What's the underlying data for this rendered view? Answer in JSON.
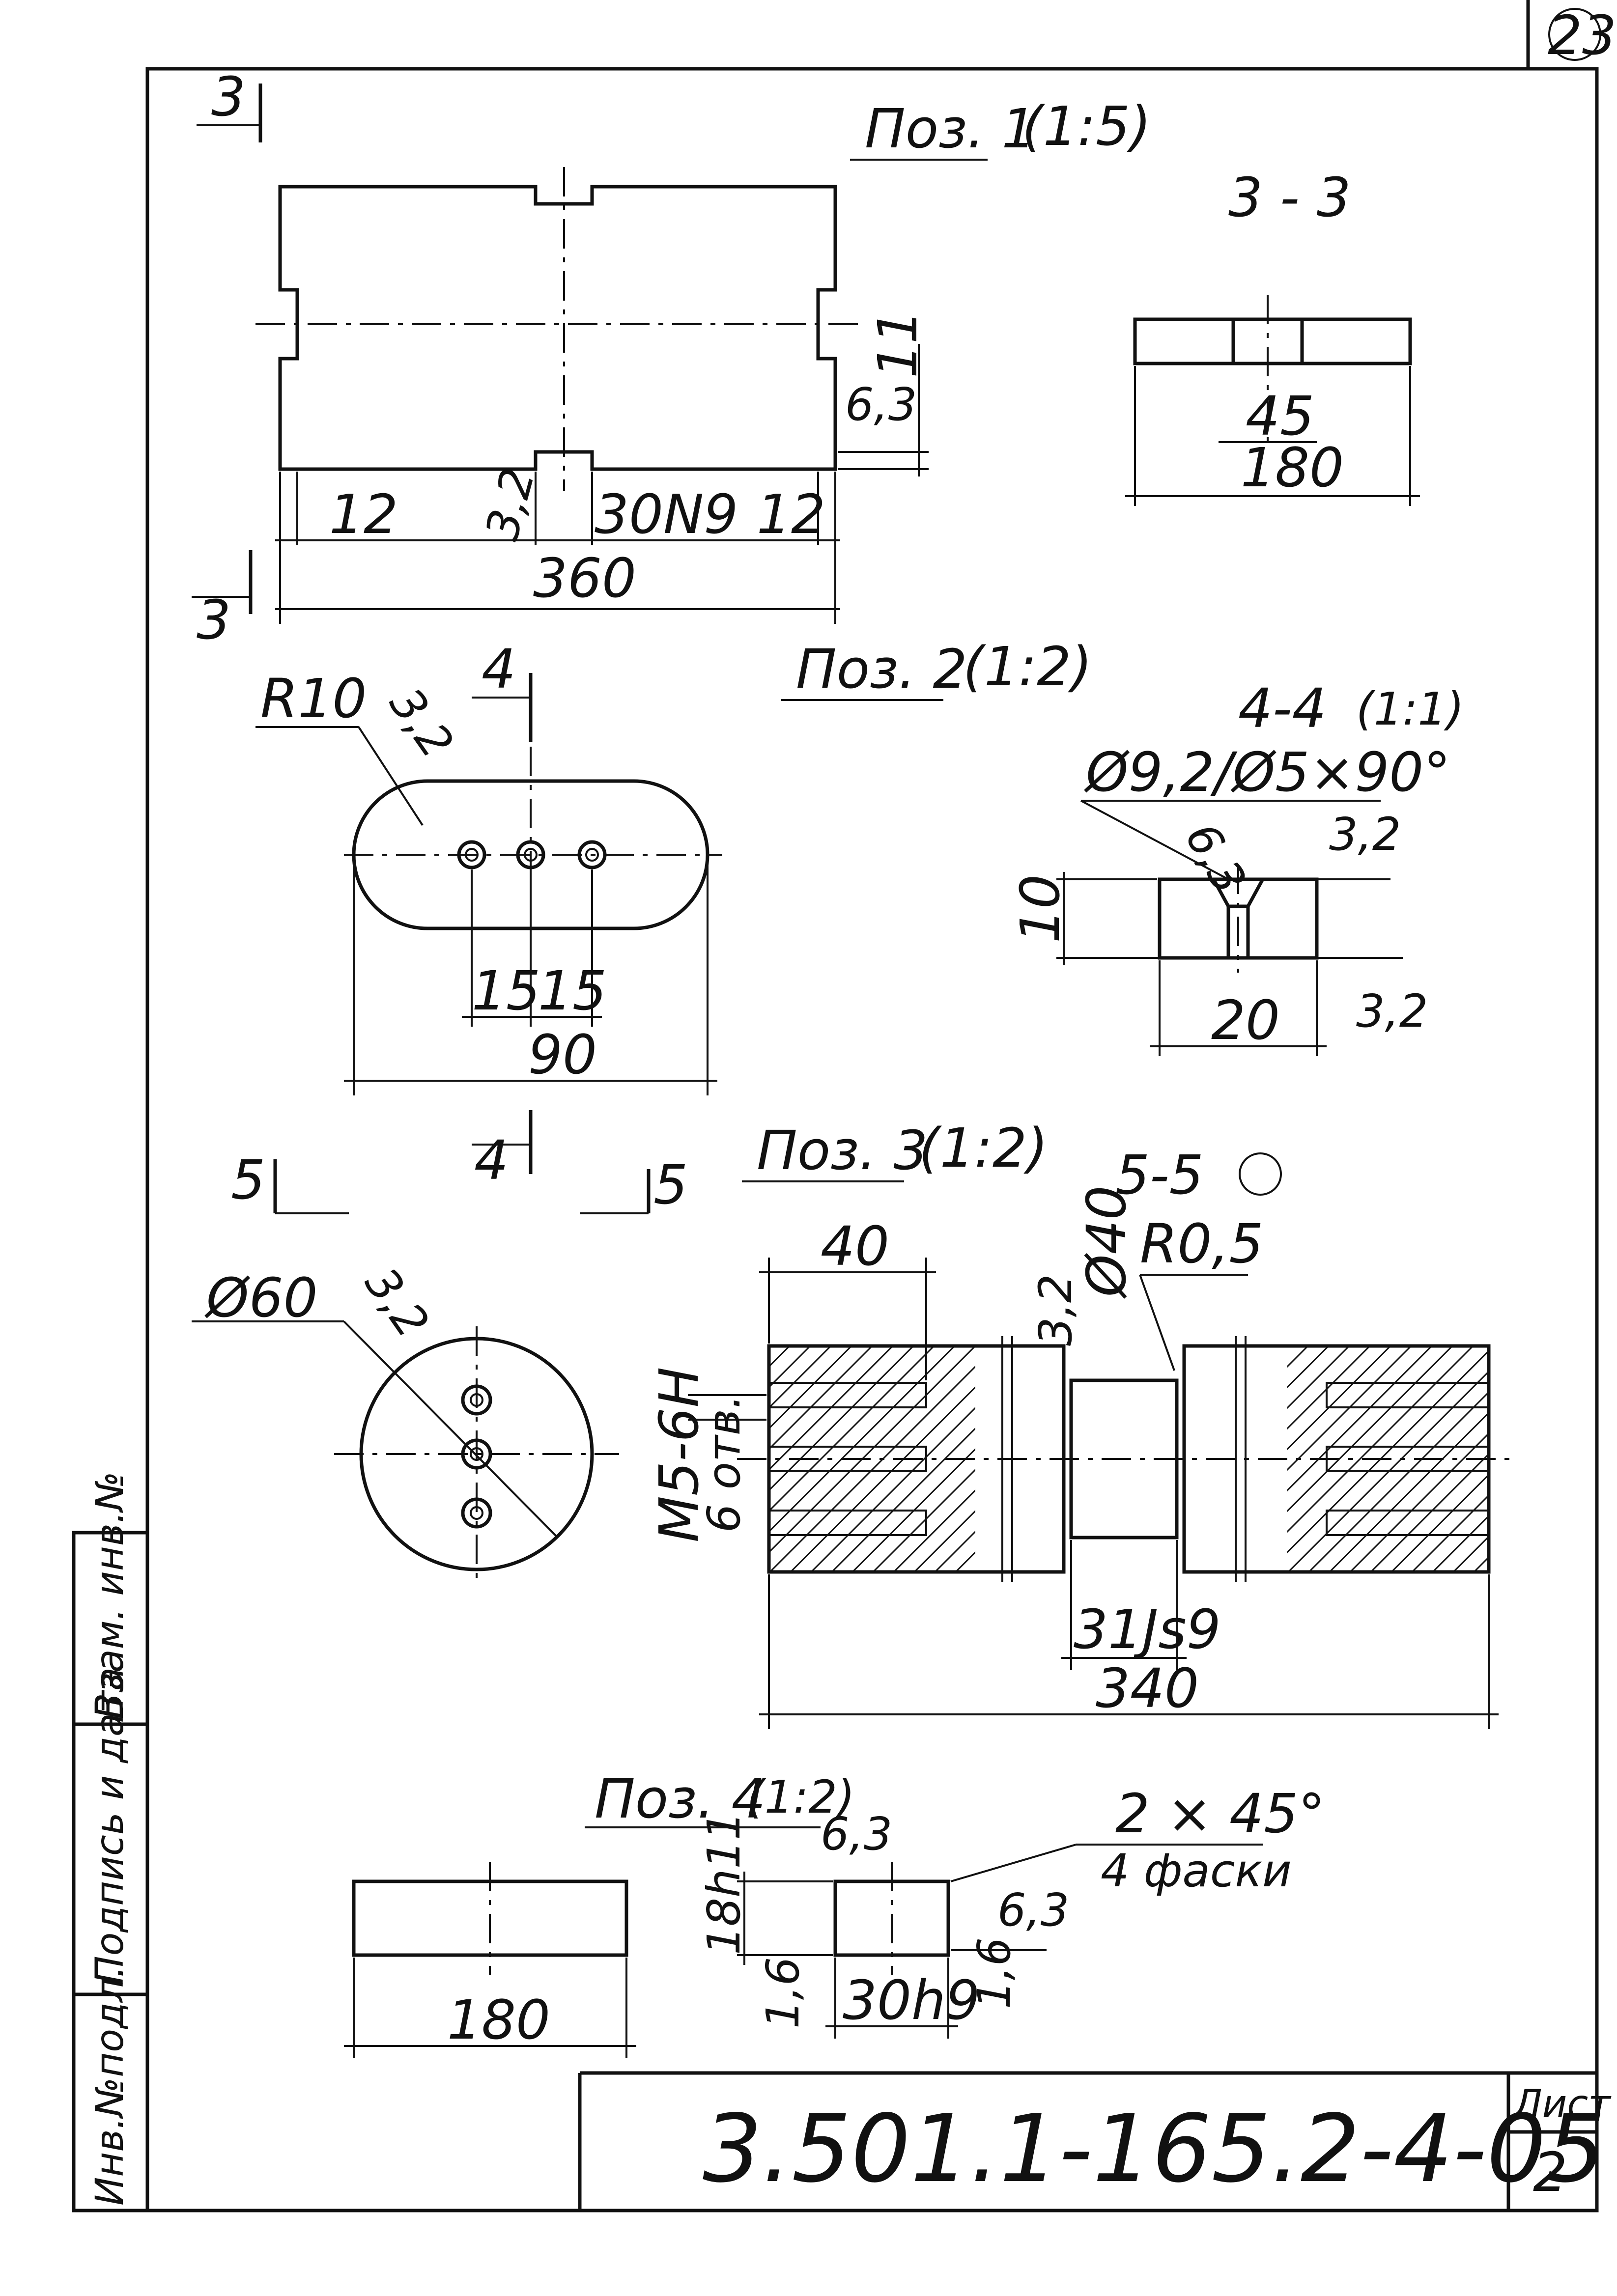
{
  "sheet_number_top": "23",
  "designation": "3.501.1-165.2-4-05",
  "sheet_label": "Лист",
  "sheet_value": "2",
  "side_stamp": {
    "inv_orig": "Инв.№подл.",
    "sign_date": "Подпись и дата",
    "replace_inv": "Взам. инв.№"
  },
  "pos1": {
    "title": "Поз. 1",
    "scale": "(1:5)",
    "section_mark": "3",
    "section_title": "3 - 3",
    "dims": {
      "overall": "360",
      "left": "12",
      "right": "12",
      "slot": "30N9",
      "depth": "11",
      "rough_a": "3,2",
      "rough_b": "6,3",
      "sec_slot": "45",
      "sec_len": "180"
    }
  },
  "pos2": {
    "title": "Поз. 2",
    "scale": "(1:2)",
    "section_mark": "4",
    "section_title": "4-4",
    "section_scale": "(1:1)",
    "dims": {
      "radius": "R10",
      "rough": "3,2",
      "pitch_a": "15",
      "pitch_b": "15",
      "length": "90",
      "hole": "Ø9,2/Ø5×90°",
      "rough_hole": "6,3",
      "rough_top": "3,2",
      "rough_bottom": "3,2",
      "thick": "10",
      "width": "20"
    }
  },
  "pos3": {
    "title": "Поз. 3",
    "scale": "(1:2)",
    "section_mark": "5",
    "section_title": "5-5",
    "dims": {
      "dia_face": "Ø60",
      "rough": "3,2",
      "thread_depth": "40",
      "neck_dia": "Ø40",
      "rough_neck": "3,2",
      "fillet": "R0,5",
      "thread": "M5-6H",
      "holes": "6 отв.",
      "neck_len": "31Js9",
      "length": "340"
    }
  },
  "pos4": {
    "title": "Поз. 4",
    "scale": "(1:2)",
    "dims": {
      "length": "180",
      "height": "18h11",
      "width": "30h9",
      "chamfer": "2 × 45°",
      "chamfer_note": "4 фаски",
      "rough_a": "6,3",
      "rough_b": "6,3",
      "rough_c": "1,6",
      "rough_d": "1,6"
    }
  }
}
